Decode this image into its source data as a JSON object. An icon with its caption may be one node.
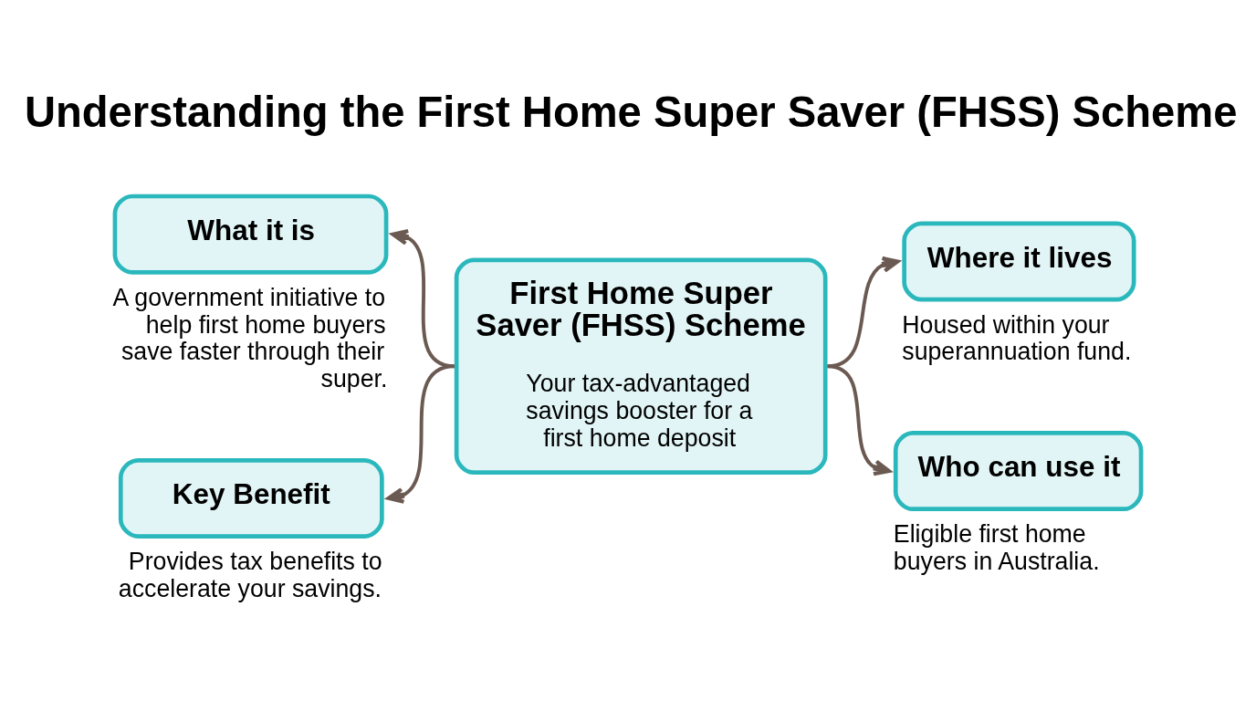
{
  "diagram": {
    "title": "Understanding the First Home Super Saver (FHSS) Scheme",
    "nodes": [
      {
        "text": [
          "First Home Super Saver (FHSS) Scheme",
          "Your tax-advantaged savings booster for a first home deposit"
        ]
      },
      {
        "text": [
          "What it is"
        ],
        "beside": [
          "A government initiative to help first home buyers save faster through their super."
        ]
      },
      {
        "text": [
          "Where it lives"
        ],
        "beside": [
          "Housed within your superannuation fund."
        ]
      },
      {
        "text": [
          "Key Benefit"
        ],
        "beside": [
          "Provides tax benefits to accelerate your savings."
        ]
      },
      {
        "text": [
          "Who can use it"
        ],
        "beside": [
          "Eligible first home buyers in Australia."
        ]
      }
    ],
    "edges": [
      {
        "from": 0,
        "to": 1,
        "arrow": "to"
      },
      {
        "from": 0,
        "to": 2,
        "arrow": "to"
      },
      {
        "from": 0,
        "to": 3,
        "arrow": "to"
      },
      {
        "from": 0,
        "to": 4,
        "arrow": "to"
      }
    ]
  }
}
